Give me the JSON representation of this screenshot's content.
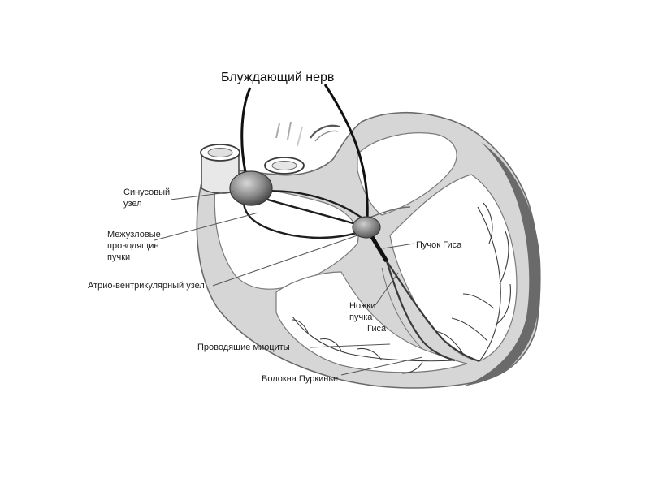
{
  "labels": {
    "vagus_nerve": "Блуждающий нерв",
    "sinus_node_1": "Синусовый",
    "sinus_node_2": "узел",
    "internodal_1": "Межузловые",
    "internodal_2": "проводящие",
    "internodal_3": "пучки",
    "av_node": "Атрио-вентрикулярный узел",
    "his_bundle": "Пучок Гиса",
    "his_legs_1": "Ножки",
    "his_legs_2": "пучка",
    "his_legs_3": "Гиса",
    "conducting_myocytes": "Проводящие миоциты",
    "purkinje_fibers": "Волокна Пуркинье"
  }
}
